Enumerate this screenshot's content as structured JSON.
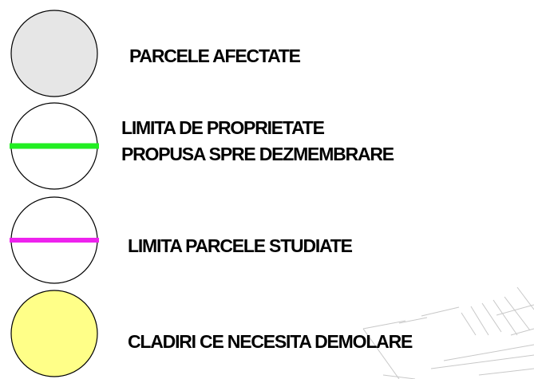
{
  "legend": {
    "items": [
      {
        "symbol": "grey-filled-circle",
        "fill": "#e6e6e6",
        "line_color": null,
        "lines": [
          "PARCELE AFECTATE"
        ]
      },
      {
        "symbol": "circle-with-green-line",
        "fill": "#ffffff",
        "line_color": "#22ee22",
        "lines": [
          "LIMITA DE PROPRIETATE",
          "PROPUSA SPRE DEZMEMBRARE"
        ]
      },
      {
        "symbol": "circle-with-magenta-line",
        "fill": "#ffffff",
        "line_color": "#ee22ee",
        "lines": [
          "LIMITA PARCELE STUDIATE"
        ]
      },
      {
        "symbol": "yellow-filled-circle",
        "fill": "#ffff88",
        "line_color": null,
        "lines": [
          "CLADIRI CE NECESITA DEMOLARE"
        ]
      }
    ]
  },
  "colors": {
    "outline": "#000000",
    "background_sketch": "#c8c8c8"
  }
}
